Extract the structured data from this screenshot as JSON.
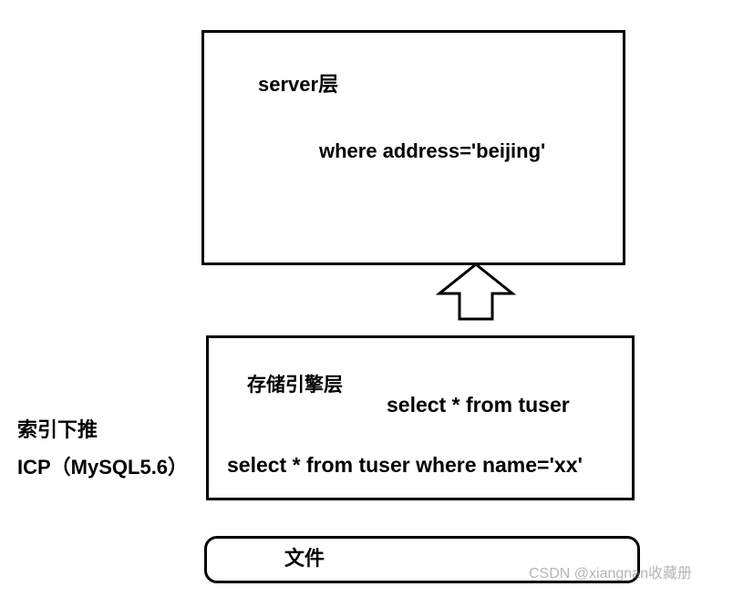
{
  "server_layer": {
    "title": "server层",
    "condition": "where address='beijing'"
  },
  "engine_layer": {
    "title": "存储引擎层",
    "query_basic": "select * from tuser",
    "query_pushdown": "select * from tuser where name='xx'"
  },
  "side_label": {
    "title": "索引下推",
    "subtitle": "ICP（MySQL5.6）"
  },
  "file_layer": {
    "label": "文件"
  },
  "watermark": "CSDN @xiangnan收藏册"
}
